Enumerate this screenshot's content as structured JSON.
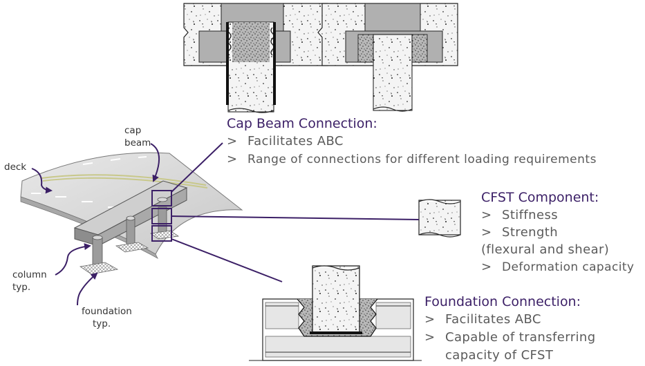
{
  "labels": {
    "cap_beam_line1": "cap",
    "cap_beam_line2": "beam",
    "deck": "deck",
    "column_line1": "column",
    "column_line2": "typ.",
    "foundation_line1": "foundation",
    "foundation_line2": "typ."
  },
  "cap_beam_connection": {
    "heading": "Cap Beam Connection:",
    "items": [
      {
        "marker": ">",
        "text": "Facilitates ABC"
      },
      {
        "marker": ">",
        "text": "Range of connections for different loading requirements"
      }
    ]
  },
  "cfst_component": {
    "heading": "CFST Component:",
    "items": [
      {
        "marker": ">",
        "text": "Stiffness"
      },
      {
        "marker": ">",
        "text": "Strength"
      }
    ],
    "note": "(flexural and shear)",
    "items2": [
      {
        "marker": ">",
        "text": "Deformation capacity"
      }
    ]
  },
  "foundation_connection": {
    "heading": "Foundation Connection:",
    "items": [
      {
        "marker": ">",
        "text": "Facilitates ABC"
      },
      {
        "marker": ">",
        "text": "Capable of transferring"
      }
    ],
    "continuation": "capacity of CFST"
  },
  "colors": {
    "accent": "#3b1f66",
    "concrete": "#e6e6e6",
    "grout": "#a9a9a9",
    "steel": "#111111"
  }
}
